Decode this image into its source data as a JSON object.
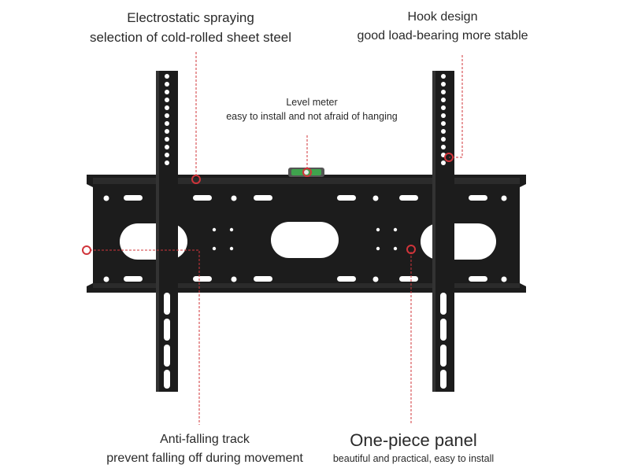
{
  "annotations": {
    "steel": {
      "title": "Electrostatic spraying",
      "subtitle": "selection of cold-rolled sheet steel"
    },
    "hook": {
      "title": "Hook design",
      "subtitle": "good load-bearing more stable"
    },
    "level": {
      "title": "Level meter",
      "subtitle": "easy to install and not afraid of hanging"
    },
    "track": {
      "title": "Anti-falling track",
      "subtitle": "prevent falling off during movement"
    },
    "panel": {
      "title": "One-piece panel",
      "subtitle": "beautiful and practical, easy to install"
    }
  },
  "colors": {
    "background": "#ffffff",
    "metal": "#1c1c1c",
    "metal_edge": "#3a3a3a",
    "callout": "#d0343a",
    "level_bubble": "#3fa34d"
  },
  "product": "TV wall mount bracket"
}
